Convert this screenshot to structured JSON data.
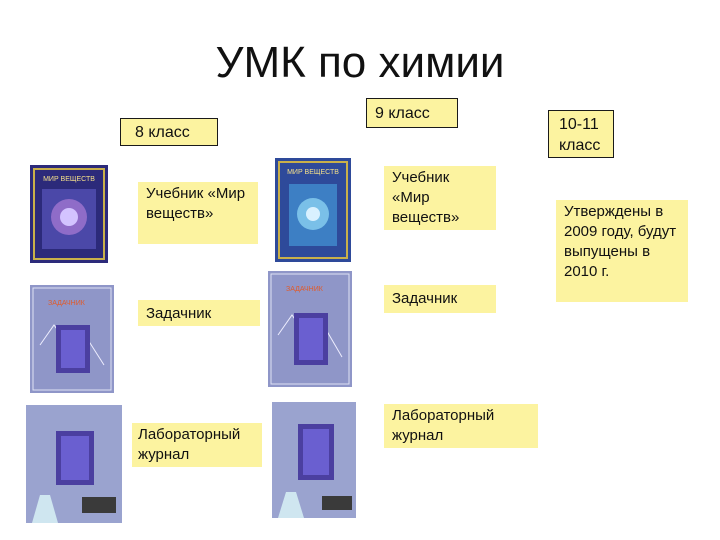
{
  "title": "УМК по химии",
  "columns": [
    {
      "header": "8 класс"
    },
    {
      "header": "9 класс"
    },
    {
      "header": "10-11 класс"
    }
  ],
  "grade8": {
    "textbook": "Учебник «Мир веществ»",
    "problem_book": "Задачник",
    "lab_journal": "Лабораторный журнал"
  },
  "grade9": {
    "textbook": "Учебник «Мир веществ»",
    "problem_book": "Задачник",
    "lab_journal": "Лабораторный журнал"
  },
  "grade10_11": {
    "note": "Утверждены в 2009 году, будут выпущены в 2010 г."
  },
  "cover_labels": {
    "mir_veshchestv": "МИР ВЕЩЕСТВ",
    "zadachnik": "ЗАДАЧНИК"
  },
  "colors": {
    "box_fill": "#fcf3a0",
    "textbook_cover": "#2c2a7a",
    "problem_book_cover": "#8f96c8",
    "lab_journal_cover": "#9aa3cf"
  }
}
